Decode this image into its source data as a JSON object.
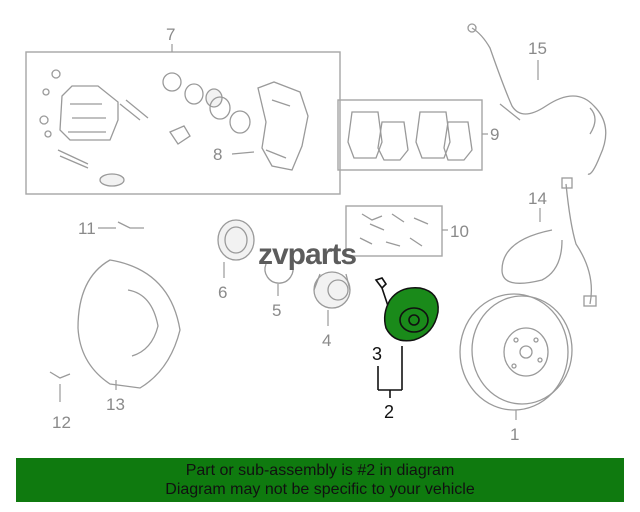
{
  "callouts": {
    "c1": "1",
    "c2": "2",
    "c3": "3",
    "c4": "4",
    "c5": "5",
    "c6": "6",
    "c7": "7",
    "c8": "8",
    "c9": "9",
    "c10": "10",
    "c11": "11",
    "c12": "12",
    "c13": "13",
    "c14": "14",
    "c15": "15"
  },
  "watermark": {
    "mark": "z",
    "text": "vparts"
  },
  "banner": {
    "line1": "Part or sub-assembly is #2 in diagram",
    "line2": "Diagram may not be specific to your vehicle"
  },
  "colors": {
    "highlight": "#1a8a1a",
    "banner": "#0f7a0f",
    "line_art": "#9a9a9a"
  }
}
